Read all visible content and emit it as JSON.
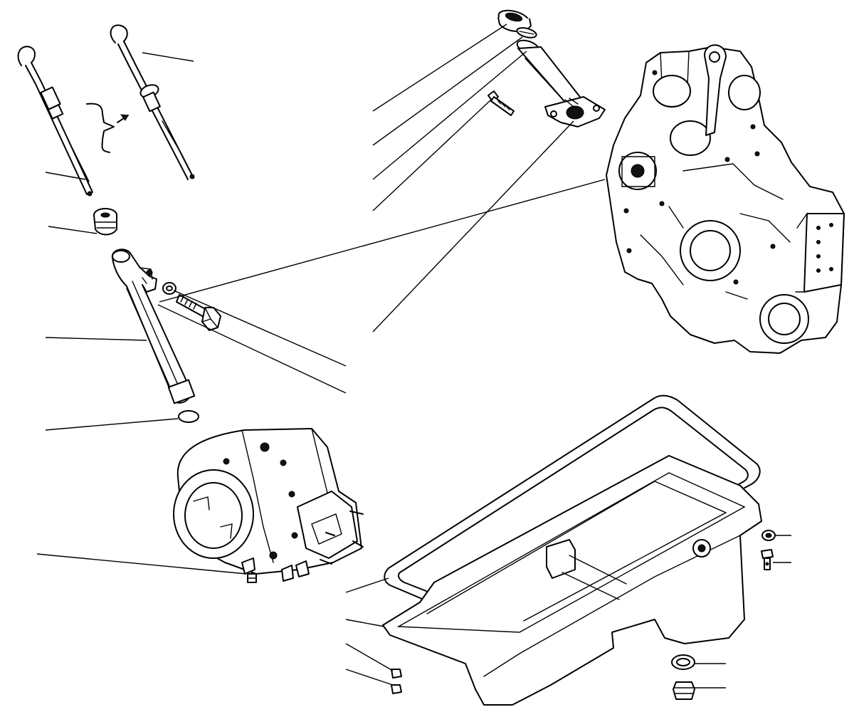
{
  "diagram": {
    "type": "exploded-parts-view",
    "components": [
      "dipstick-alternate",
      "dipstick-replacement",
      "dipstick-grommet",
      "dipstick-tube",
      "tube-o-ring",
      "mounting-bolt",
      "bolt-washer",
      "oil-filler-cap",
      "filler-cap-gasket",
      "oil-filler-tube",
      "filler-tube-bolt",
      "gear-housing",
      "flywheel-housing",
      "oil-pan-gasket",
      "oil-pan",
      "pan-drain-plug",
      "drain-plug-seal",
      "pan-bolt",
      "pan-washer",
      "housing-nut"
    ],
    "callouts_text": []
  }
}
